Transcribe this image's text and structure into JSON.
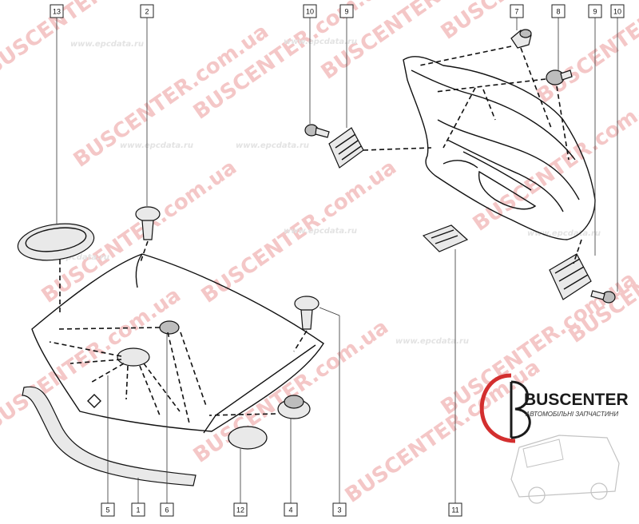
{
  "watermark": {
    "brand_text": "BUSCENTER.com.ua",
    "url_text": "www.epcdata.ru"
  },
  "logo": {
    "name": "BUSCENTER",
    "tagline": "АВТОМОБІЛЬНІ ЗАПЧАСТИНИ"
  },
  "callouts": {
    "c13": "13",
    "c2": "2",
    "c10a": "10",
    "c9a": "9",
    "c7": "7",
    "c8": "8",
    "c9b": "9",
    "c10b": "10",
    "c5": "5",
    "c1": "1",
    "c6": "6",
    "c12": "12",
    "c4": "4",
    "c3": "3",
    "c11": "11"
  },
  "colors": {
    "watermark_red": "#f4c7c7",
    "line": "#111111",
    "logo_red": "#d32f2f"
  }
}
